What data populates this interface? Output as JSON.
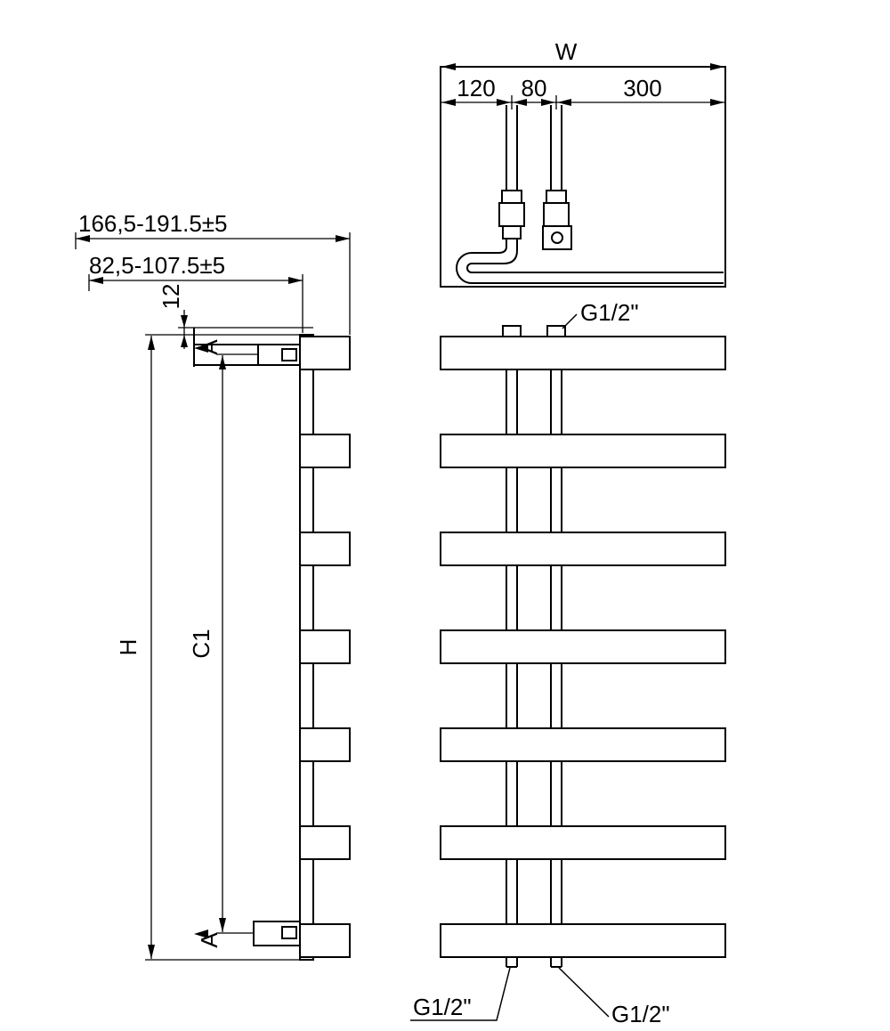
{
  "drawing_title": "heated towel rail dimension drawing",
  "colors": {
    "line": "#000000",
    "background": "#ffffff"
  },
  "side_view": {
    "height_label": "H",
    "centers_label": "C1",
    "offset_label": "12",
    "bracket_range_upper": "166,5-191.5±5",
    "bracket_range_lower": "82,5-107.5±5",
    "section_label_top": "A",
    "section_label_bottom": "A"
  },
  "front_view": {
    "overall_width_label": "W",
    "width_segments": [
      "120",
      "80",
      "300"
    ],
    "connection_top": "G1/2\"",
    "connection_bottom_left": "G1/2\"",
    "connection_bottom_right": "G1/2\"",
    "towel_bar_count": 7
  }
}
